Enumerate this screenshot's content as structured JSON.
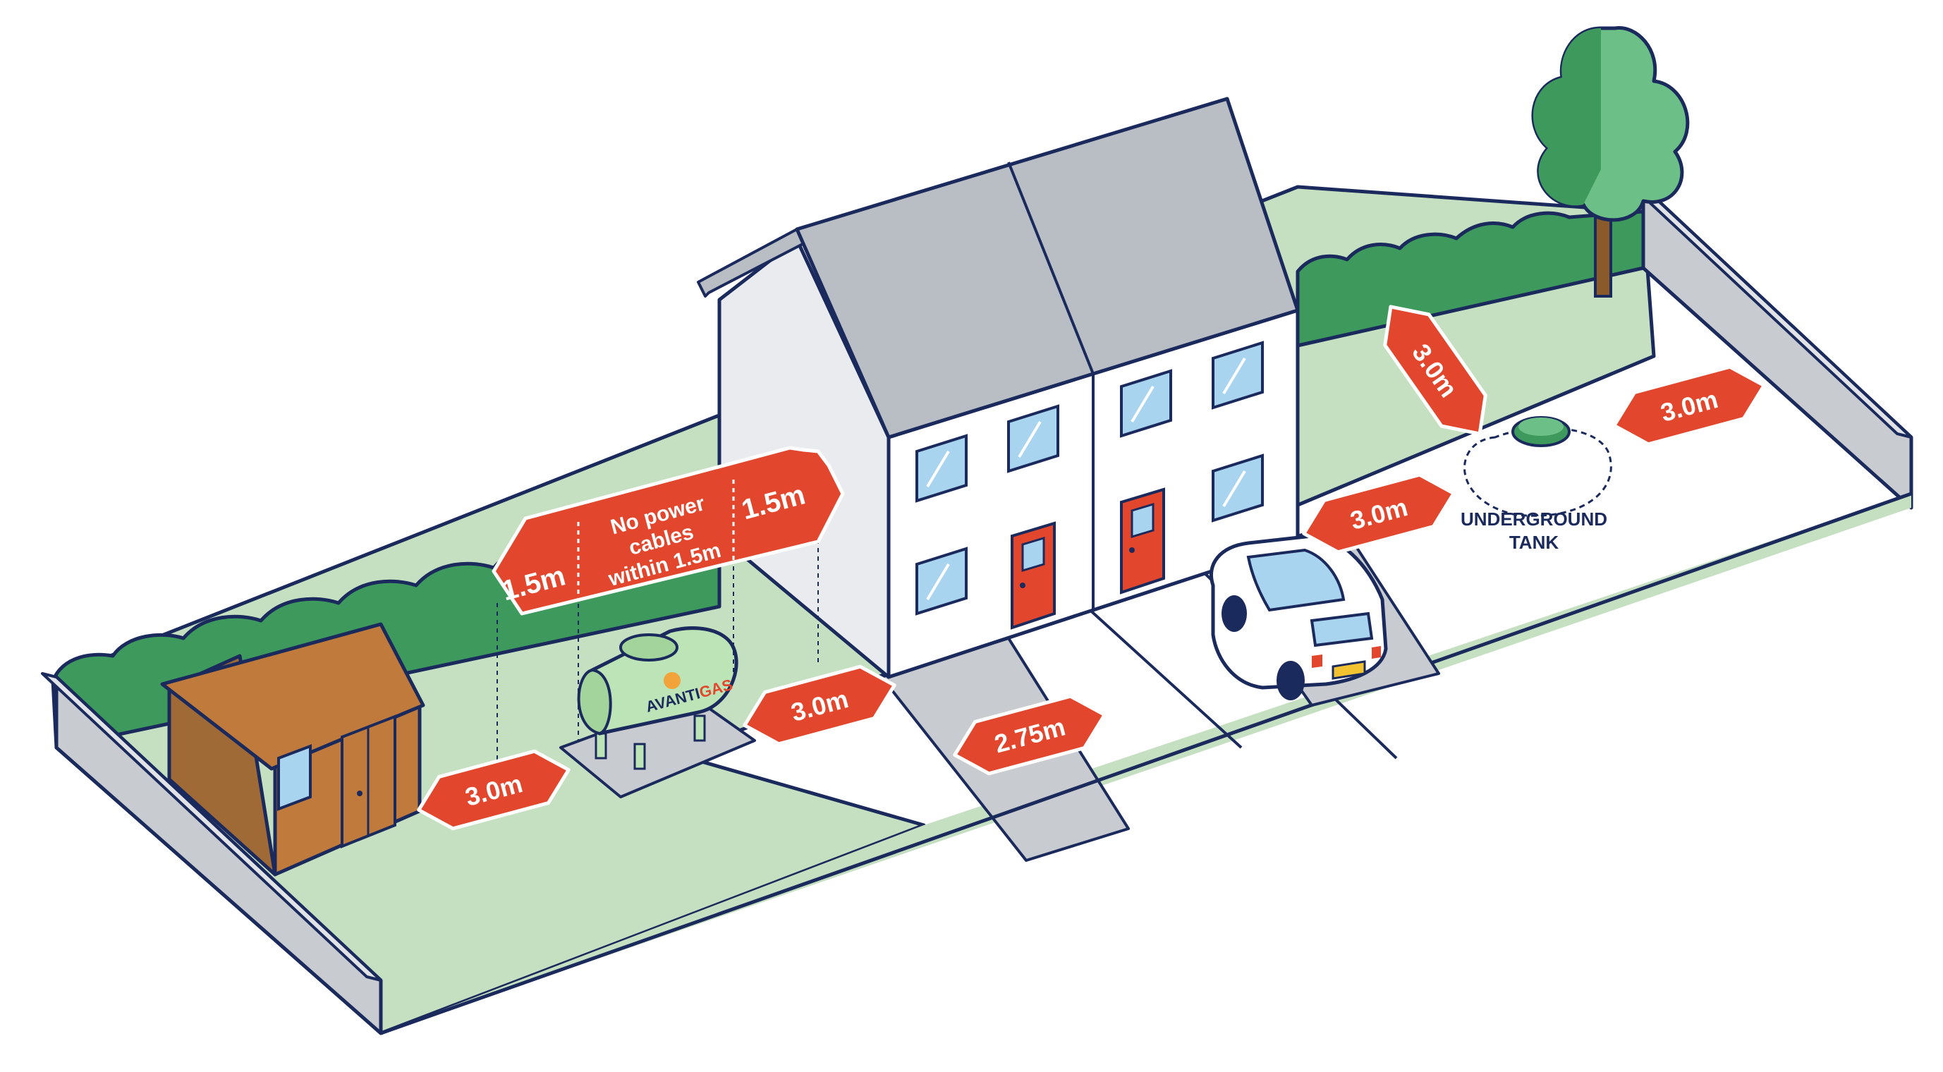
{
  "colors": {
    "outline": "#1b2a5c",
    "lawn": "#c5e0c1",
    "hedge": "#3e9a5c",
    "hedge_light": "#6dbf88",
    "roof": "#b9bec4",
    "wall": "#ffffff",
    "door": "#e2462d",
    "label": "#e2462d",
    "tank": "#bde4b6",
    "shed": "#c07b3c",
    "fence": "#c8cbcf",
    "path": "#c8cbcf"
  },
  "labels": {
    "shed_clearance": "3.0m",
    "tank_clearance": "3.0m",
    "cable_left": "1.5m",
    "cable_right": "1.5m",
    "cable_note_line1": "No power",
    "cable_note_line2": "cables",
    "cable_note_line3": "within 1.5m",
    "path_width": "2.75m",
    "ug_clearance_top": "3.0m",
    "ug_clearance_right": "3.0m",
    "ug_clearance_left": "3.0m",
    "ug_tank_line1": "UNDERGROUND",
    "ug_tank_line2": "TANK"
  },
  "brand": {
    "name_part1": "AVANTI",
    "name_part2": "GAS"
  },
  "car": {
    "plate_visible": false
  }
}
